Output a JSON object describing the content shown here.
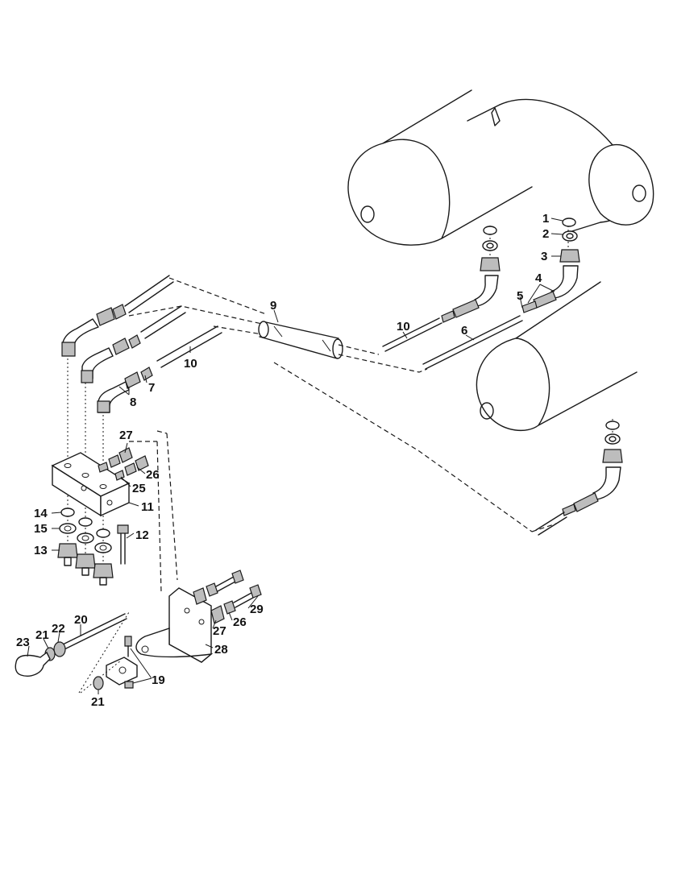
{
  "callouts": [
    "1",
    "2",
    "3",
    "4",
    "5",
    "6",
    "7",
    "8",
    "9",
    "10",
    "10",
    "11",
    "12",
    "13",
    "14",
    "15",
    "19",
    "20",
    "21",
    "21",
    "22",
    "23",
    "25",
    "26",
    "26",
    "27",
    "27",
    "28",
    "29"
  ]
}
